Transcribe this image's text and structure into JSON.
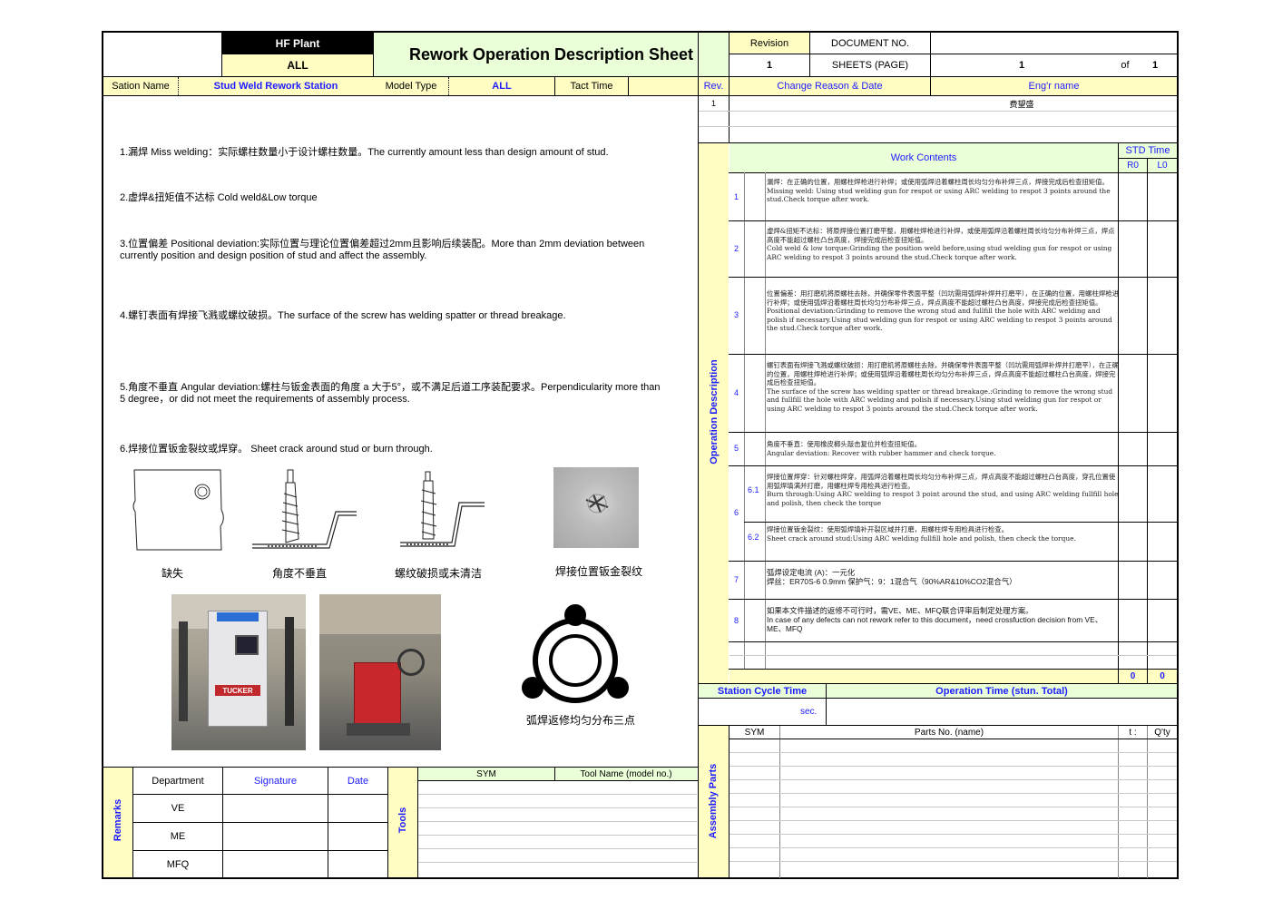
{
  "header": {
    "plant": "HF Plant",
    "plant_value": "ALL",
    "title": "Rework Operation Description Sheet",
    "revision_label": "Revision",
    "revision_value": "1",
    "docno_label": "DOCUMENT NO.",
    "sheets_label": "SHEETS  (PAGE)",
    "sheets_value": "1",
    "of_label": "of",
    "of_value": "1"
  },
  "station_row": {
    "station_label": "Sation Name",
    "station_value": "Stud Weld Rework Station",
    "model_label": "Model Type",
    "model_value": "ALL",
    "tact_label": "Tact Time",
    "tact_value": ""
  },
  "revision_table": {
    "col_rev": "Rev.",
    "col_reason": "Change Reason & Date",
    "col_eng": "Eng'r name",
    "rows": [
      {
        "rev": "1",
        "reason": "",
        "eng": "费望盛"
      }
    ]
  },
  "issues": [
    "1.漏焊 Miss welding：实际螺柱数量小于设计螺柱数量。The currently amount less than design amount of stud.",
    "2.虚焊&扭矩值不达标 Cold weld&Low torque",
    "3.位置偏差 Positional deviation:实际位置与理论位置偏差超过2mm且影响后续装配。More than 2mm deviation between currently position and design position of stud and affect the assembly.",
    "4.螺钉表面有焊接飞溅或螺纹破损。The surface of the screw has welding spatter or thread breakage.",
    "5.角度不垂直 Angular deviation:螺柱与钣金表面的角度 a 大于5°，或不满足后道工序装配要求。Perpendicularity more than 5 degree，or did not meet the requirements of assembly process.",
    "6.焊接位置钣金裂纹或焊穿。 Sheet crack around stud or burn through."
  ],
  "defect_images": {
    "captions": [
      "缺失",
      "角度不垂直",
      "螺纹破损或未清洁",
      "焊接位置钣金裂纹"
    ],
    "arc_caption": "弧焊返修均匀分布三点",
    "machine_brand": "TUCKER"
  },
  "work": {
    "side_label": "Operation Description",
    "header": "Work Contents",
    "std_time": "STD Time",
    "r0": "R0",
    "l0": "L0",
    "steps": [
      {
        "no": "1",
        "sub": "",
        "text": "漏焊：在正确的位置，用螺柱焊枪进行补焊；或使用弧焊沿着螺柱周长均匀分布补焊三点，焊接完成后检查扭矩值。\nMissing weld: Using stud welding gun for respot or using ARC welding to respot 3 points around the stud.Check torque after work."
      },
      {
        "no": "2",
        "sub": "",
        "text": "虚焊&扭矩不达标：将原焊接位置打磨平整，用螺柱焊枪进行补焊，或使用弧焊沿着螺柱周长均匀分布补焊三点，焊点高度不能超过螺柱凸台高度，焊接完成后检查扭矩值。\nCold weld & low torque:Grinding the position weld before,using stud welding gun for respot or using ARC welding to respot 3 points around the stud.Check torque after work."
      },
      {
        "no": "3",
        "sub": "",
        "text": "位置偏差：用打磨机将原螺柱去除，并确保零件表面平整（凹坑需用弧焊补焊并打磨平），在正确的位置，用螺柱焊枪进行补焊；或使用弧焊沿着螺柱周长均匀分布补焊三点，焊点高度不能超过螺柱凸台高度，焊接完成后检查扭矩值。\nPositional deviation:Grinding to remove the wrong stud and fullfill the hole with ARC welding and polish if necessary.Using stud welding gun for respot or using ARC welding to respot 3 points around the stud.Check torque after work."
      },
      {
        "no": "4",
        "sub": "",
        "text": "螺钉表面有焊接飞溅或螺纹破损：用打磨机将原螺柱去除，并确保零件表面平整（凹坑需用弧焊补焊并打磨平），在正确的位置，用螺柱焊枪进行补焊；或使用弧焊沿着螺柱周长均匀分布补焊三点，焊点高度不能超过螺柱凸台高度，焊接完成后检查扭矩值。\nThe surface of the screw has welding spatter or thread breakage.:Grinding to remove the wrong stud and fullfill the hole with ARC welding and polish if necessary.Using stud welding gun for respot or using ARC welding to respot 3 points around the stud.Check torque after work."
      },
      {
        "no": "5",
        "sub": "",
        "text": "角度不垂直：使用橡皮榔头敲击复位并检查扭矩值。\nAngular deviation: Recover with rubber hammer and check torque."
      },
      {
        "no": "6",
        "sub": "6.1",
        "text": "焊接位置焊穿：针对螺柱焊穿，用弧焊沿着螺柱周长均匀分布补焊三点，焊点高度不能超过螺柱凸台高度，穿孔位置使用弧焊填满并打磨，用螺柱焊专用检具进行检查。\nBurn through:Using ARC welding to respot 3 point around the stud, and using ARC welding fullfill hole and polish, then check the torque"
      },
      {
        "no": "",
        "sub": "6.2",
        "text": "焊接位置钣金裂纹：使用弧焊填补开裂区域并打磨，用螺柱焊专用检具进行检查。\nSheet crack around stud:Using ARC welding fullfill hole and polish, then check the torque."
      },
      {
        "no": "7",
        "sub": "",
        "text": "弧焊设定电流 (A)：一元化\n焊丝：ER70S-6  0.9mm  保护气：9：1混合气（90%AR&10%CO2混合气）"
      },
      {
        "no": "8",
        "sub": "",
        "text": "如果本文件描述的返修不可行时，需VE、ME、MFQ联合评审后制定处理方案。\nIn case of any defects can not rework refer to this document，need crossfuction decision from VE、ME、MFQ"
      }
    ],
    "total_r0": "0",
    "total_l0": "0"
  },
  "cycle": {
    "station_cycle_label": "Station Cycle Time",
    "sec": "sec.",
    "operation_time_label": "Operation Time  (stun. Total)"
  },
  "parts": {
    "side_label": "Assembly Parts",
    "col_sym": "SYM",
    "col_name": "Parts No.  (name)",
    "col_t": "t :",
    "col_qty": "Q'ty"
  },
  "remarks": {
    "side_label": "Remarks",
    "col_dept": "Department",
    "col_sig": "Signature",
    "col_date": "Date",
    "rows": [
      "VE",
      "ME",
      "MFQ"
    ]
  },
  "tools": {
    "side_label": "Tools",
    "col_sym": "SYM",
    "col_name": "Tool Name (model no.)"
  }
}
